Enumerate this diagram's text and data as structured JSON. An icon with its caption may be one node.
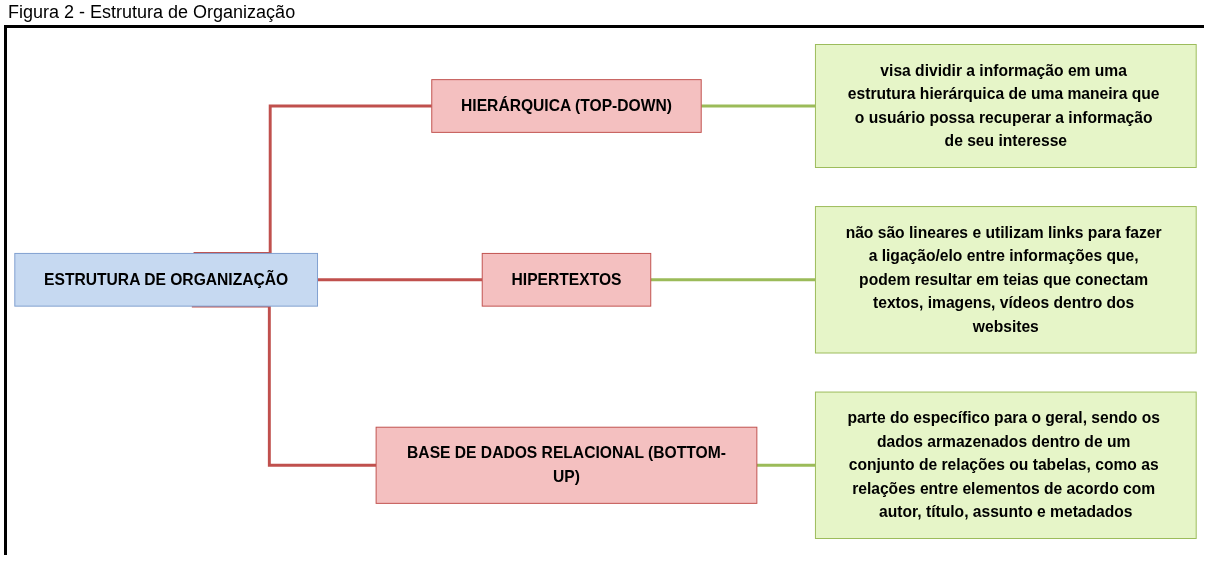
{
  "diagram": {
    "title": "Figura 2 - Estrutura de Organização",
    "nodes": [
      {
        "text": [
          "ESTRUTURA DE ORGANIZAÇÃO"
        ]
      },
      {
        "text": [
          "HIERÁRQUICA (TOP-DOWN)"
        ]
      },
      {
        "text": [
          "HIPERTEXTOS"
        ]
      },
      {
        "text": [
          "BASE DE DADOS RELACIONAL (BOTTOM-UP)"
        ]
      },
      {
        "text": [
          "visa dividir a informação em uma estrutura hierárquica de uma maneira que o usuário possa recuperar a informação de seu interesse"
        ]
      },
      {
        "text": [
          "não são lineares e utilizam links para fazer a ligação/elo entre informações que, podem resultar em teias que conectam textos, imagens, vídeos dentro dos websites"
        ]
      },
      {
        "text": [
          "parte do específico para o geral, sendo os dados armazenados dentro de um conjunto de relações ou tabelas, como as relações entre elementos de acordo com autor, título, assunto e metadados"
        ]
      }
    ],
    "edges": [
      {
        "from": 0,
        "to": 1,
        "arrow": "none",
        "color": "#c0504d"
      },
      {
        "from": 0,
        "to": 2,
        "arrow": "none",
        "color": "#c0504d"
      },
      {
        "from": 0,
        "to": 3,
        "arrow": "none",
        "color": "#c0504d"
      },
      {
        "from": 1,
        "to": 4,
        "arrow": "none",
        "color": "#9bbb59"
      },
      {
        "from": 2,
        "to": 5,
        "arrow": "none",
        "color": "#9bbb59"
      },
      {
        "from": 3,
        "to": 6,
        "arrow": "none",
        "color": "#9bbb59"
      }
    ]
  }
}
